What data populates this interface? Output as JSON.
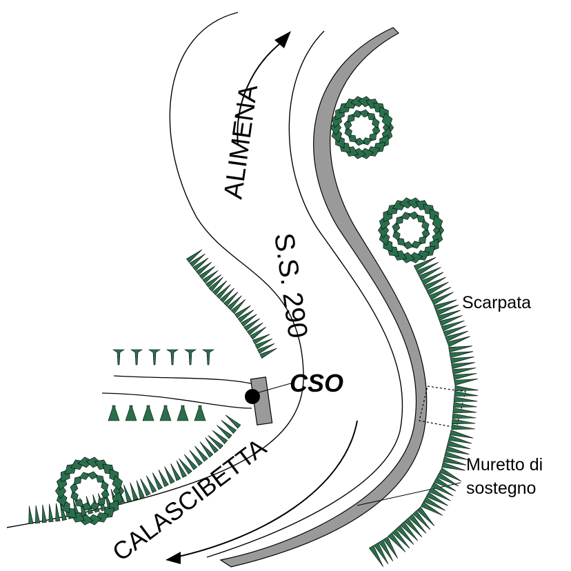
{
  "labels": {
    "alimena": "ALIMENA",
    "road": "S.S. 290",
    "calascibetta": "CALASCIBETTA",
    "station": "CSO",
    "scarpata": "Scarpata",
    "muretto_line1": "Muretto di",
    "muretto_line2": "sostegno"
  },
  "colors": {
    "vegetation": "#2a6f4c",
    "wall_fill": "#9a9a9a",
    "line": "#000000",
    "background": "#ffffff"
  },
  "icons": {
    "station_marker": "filled-circle",
    "direction_arrows": "arrowhead"
  }
}
